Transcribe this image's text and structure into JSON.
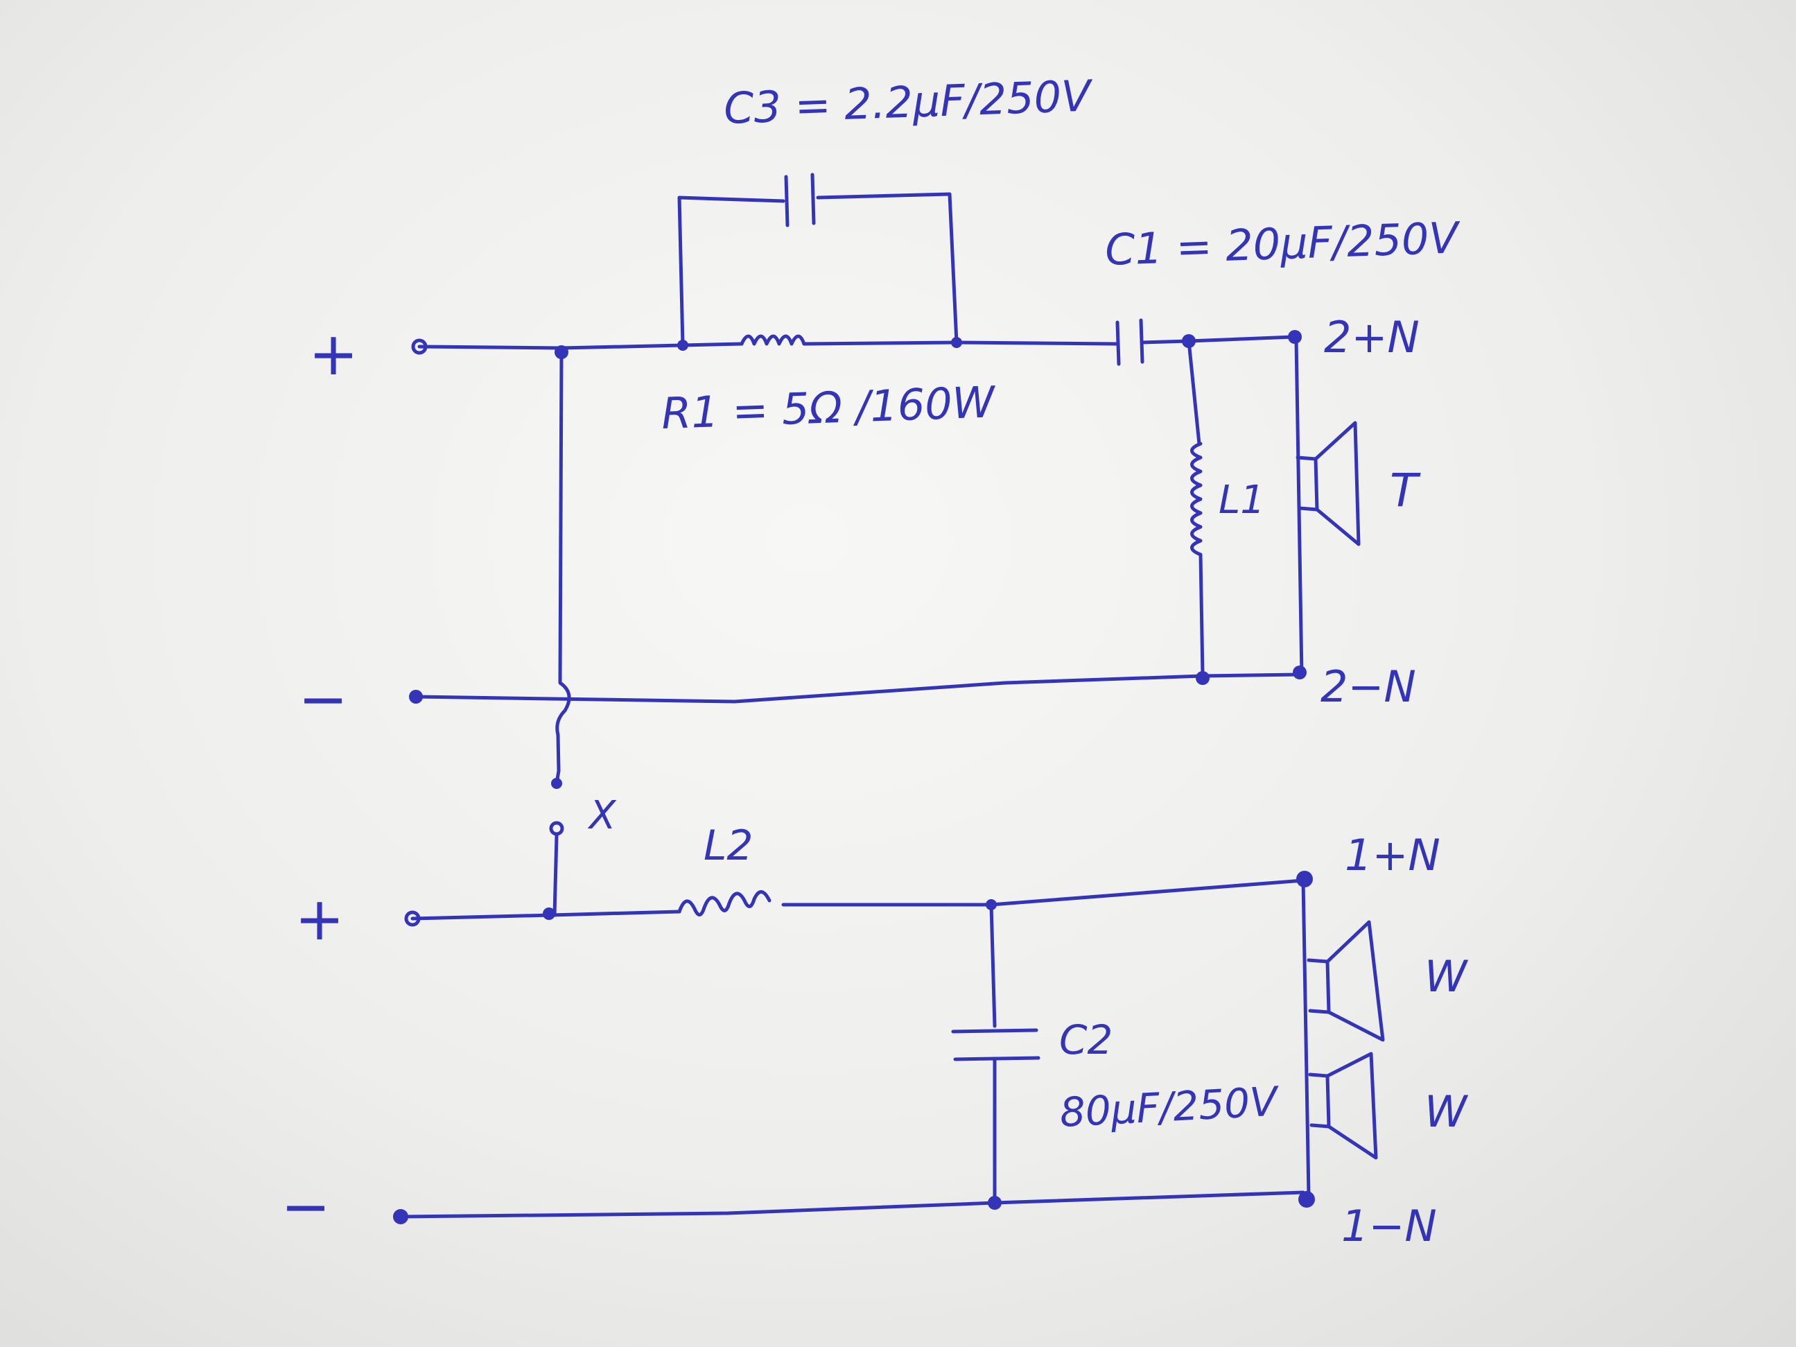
{
  "ink_color": "#3434b8",
  "paper_color": "#f2f2f0",
  "labels": {
    "c3": "C3 = 2.2µF/250V",
    "c1": "C1 = 20µF/250V",
    "r1": "R1 = 5Ω /160W",
    "l1": "L1",
    "l2": "L2",
    "c2_name": "C2",
    "c2_value": "80µF/250V",
    "x": "X",
    "tweeter": "T",
    "woofer_top": "W",
    "woofer_bottom": "W"
  },
  "terminals": {
    "upper_plus": "+",
    "upper_minus": "−",
    "lower_plus": "+",
    "lower_minus": "−",
    "t2_plus": "2+N",
    "t2_minus": "2−N",
    "t1_plus": "1+N",
    "t1_minus": "1−N"
  }
}
